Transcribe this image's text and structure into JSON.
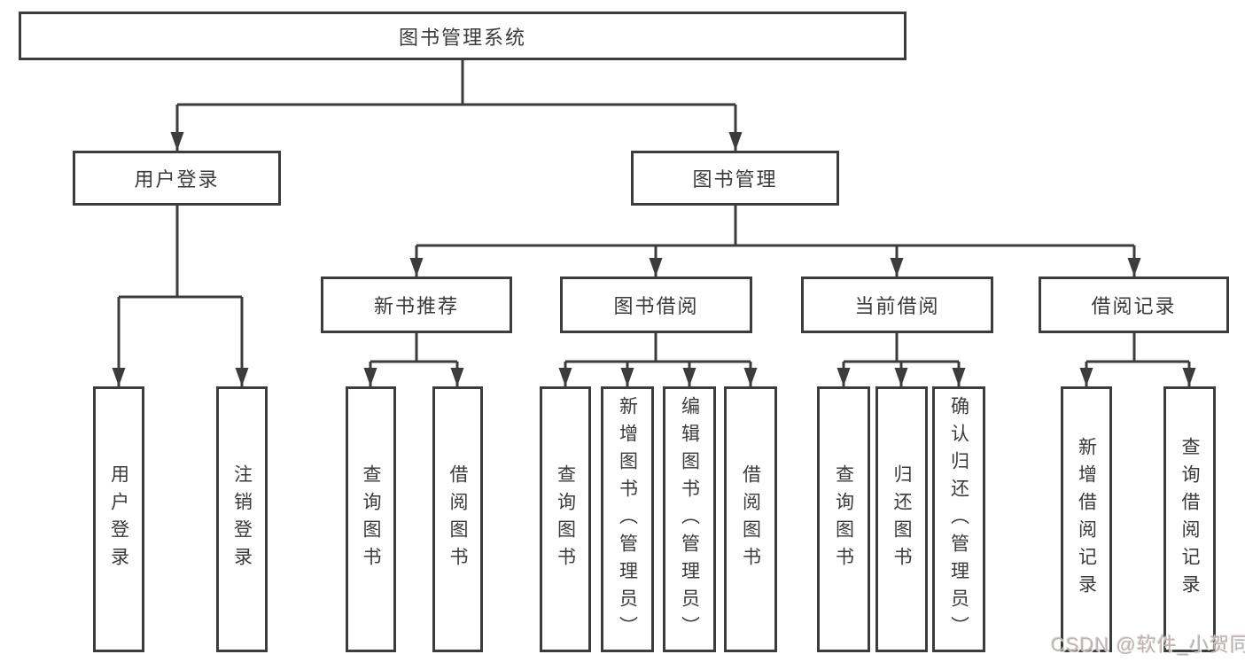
{
  "diagram": {
    "title": "图书管理系统",
    "level2": {
      "user_login": "用户登录",
      "book_mgmt": "图书管理"
    },
    "level3": {
      "new_book_recommend": "新书推荐",
      "book_borrow": "图书借阅",
      "current_borrow": "当前借阅",
      "borrow_records": "借阅记录"
    },
    "leaves": {
      "login": [
        "用户登录",
        "注销登录"
      ],
      "recommend": [
        "查询图书",
        "借阅图书"
      ],
      "borrow": [
        "查询图书",
        "新增图书（管理员）",
        "编辑图书（管理员）",
        "借阅图书"
      ],
      "current": [
        "查询图书",
        "归还图书",
        "确认归还（管理员）"
      ],
      "records": [
        "新增借阅记录",
        "查询借阅记录"
      ]
    }
  },
  "watermark": {
    "text": "CSDN @软件_小贺同学",
    "color": "#beb2b2"
  },
  "colors": {
    "line": "#3c3c3c",
    "text": "#3a3a3a",
    "background": "#ffffff",
    "box_fill": "#ffffff"
  }
}
